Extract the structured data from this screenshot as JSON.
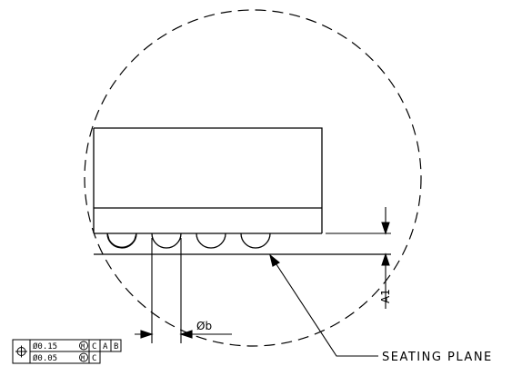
{
  "labels": {
    "seating_plane": "SEATING PLANE",
    "ball_diameter": "Øb",
    "standoff_height": "A1"
  },
  "tolerance_frame": {
    "symbol": "position-symbol-icon",
    "row1": {
      "tolerance": "Ø0.15",
      "modifier": "M",
      "datums": [
        "C",
        "A",
        "B"
      ]
    },
    "row2": {
      "tolerance": "Ø0.05",
      "modifier": "M",
      "datums": [
        "C"
      ]
    }
  }
}
